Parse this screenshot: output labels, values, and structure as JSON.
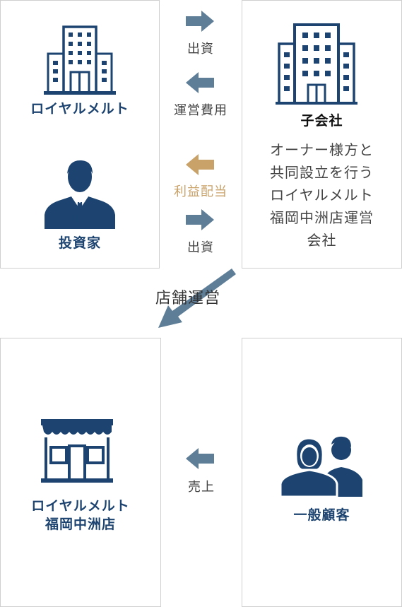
{
  "colors": {
    "navy": "#1d4470",
    "arrow_gray": "#5e7e98",
    "arrow_gold": "#c9a26a",
    "border": "#cfcfcf"
  },
  "nodes": {
    "royal_melt": {
      "label": "ロイヤルメルト",
      "icon": "office-building-icon"
    },
    "investor": {
      "label": "投資家",
      "icon": "businessman-icon"
    },
    "subsidiary": {
      "label": "子会社",
      "icon": "tall-building-icon",
      "description_lines": [
        "オーナー様方と",
        "共同設立を行う",
        "ロイヤルメルト",
        "福岡中洲店運営",
        "会社"
      ]
    },
    "store": {
      "label_lines": [
        "ロイヤルメルト",
        "福岡中洲店"
      ],
      "icon": "storefront-icon"
    },
    "customers": {
      "label": "一般顧客",
      "icon": "people-icon"
    }
  },
  "flows": {
    "investment_1": {
      "label": "出資",
      "direction": "right"
    },
    "operating_cost": {
      "label": "運営費用",
      "direction": "left"
    },
    "profit_dividend": {
      "label": "利益配当",
      "direction": "left"
    },
    "investment_2": {
      "label": "出資",
      "direction": "right"
    },
    "store_operation": {
      "label": "店舗運営",
      "direction": "down-left"
    },
    "sales": {
      "label": "売上",
      "direction": "left"
    }
  }
}
